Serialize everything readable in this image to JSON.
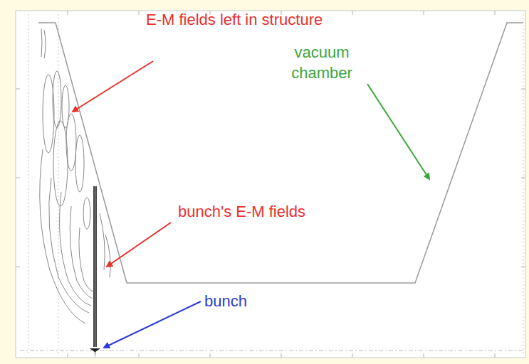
{
  "diagram": {
    "labels": [
      "E-M fields left in structure",
      "vacuum chamber",
      "bunch's E-M fields",
      "bunch"
    ]
  }
}
